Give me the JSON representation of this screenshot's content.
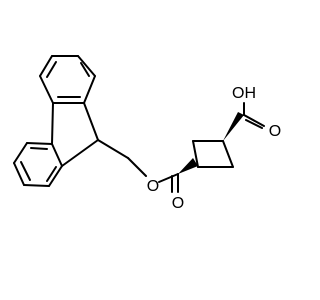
{
  "molecule": {
    "atoms": {
      "ester_oxygen": "O",
      "carbonyl_oxygen_ester": "O",
      "carbonyl_oxygen_acid": "O",
      "hydroxyl": "OH"
    }
  },
  "colors": {
    "bond": "#000000",
    "stereo_wedge": "#000000",
    "background": "#ffffff"
  }
}
